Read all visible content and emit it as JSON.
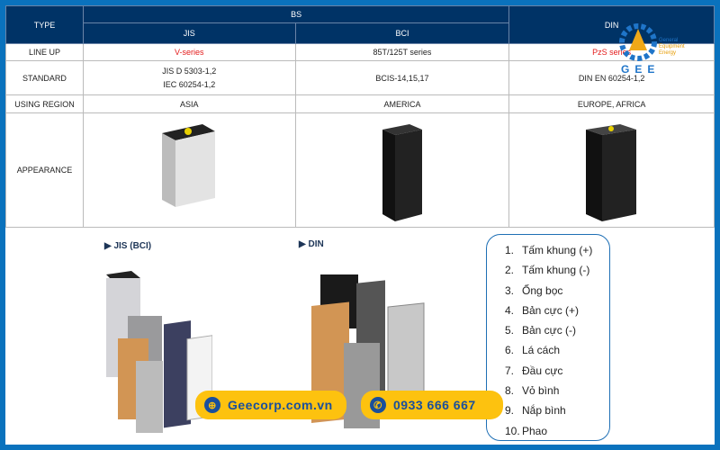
{
  "table": {
    "type_label": "TYPE",
    "bs_label": "BS",
    "din_label": "DIN",
    "jis_label": "JIS",
    "bci_label": "BCI",
    "rows": {
      "lineup": {
        "label": "LINE UP",
        "jis": "V-series",
        "bci": "85T/125T series",
        "din": "PzS series"
      },
      "standard": {
        "label": "STANDARD",
        "jis1": "JIS D 5303-1,2",
        "jis2": "IEC 60254-1,2",
        "bci": "BCIS-14,15,17",
        "din": "DIN EN 60254-1,2"
      },
      "region": {
        "label": "USING REGION",
        "jis": "ASIA",
        "bci": "AMERICA",
        "din": "EUROPE, AFRICA"
      },
      "appearance": {
        "label": "APPEARANCE"
      }
    }
  },
  "logo": {
    "text": "GEE",
    "line1": "General",
    "line2": "Equipment",
    "line3": "Energy"
  },
  "diagrams": {
    "jis_title": "▶ JIS (BCI)",
    "din_title": "▶ DIN"
  },
  "parts": [
    {
      "n": "1.",
      "label": "Tấm khung (+)"
    },
    {
      "n": "2.",
      "label": "Tấm khung (-)"
    },
    {
      "n": "3.",
      "label": "Ống bọc"
    },
    {
      "n": "4.",
      "label": "Bản cực (+)"
    },
    {
      "n": "5.",
      "label": "Bản cực (-)"
    },
    {
      "n": "6.",
      "label": "Lá cách"
    },
    {
      "n": "7.",
      "label": "Đầu cực"
    },
    {
      "n": "8.",
      "label": "Vỏ bình"
    },
    {
      "n": "9.",
      "label": "Nắp bình"
    },
    {
      "n": "10.",
      "label": "Phao"
    }
  ],
  "contact": {
    "website": "Geecorp.com.vn",
    "phone": "0933 666 667"
  },
  "colors": {
    "header": "#003366",
    "accent": "#fdc20f",
    "border": "#0a72bd",
    "red": "#e31b1b"
  }
}
